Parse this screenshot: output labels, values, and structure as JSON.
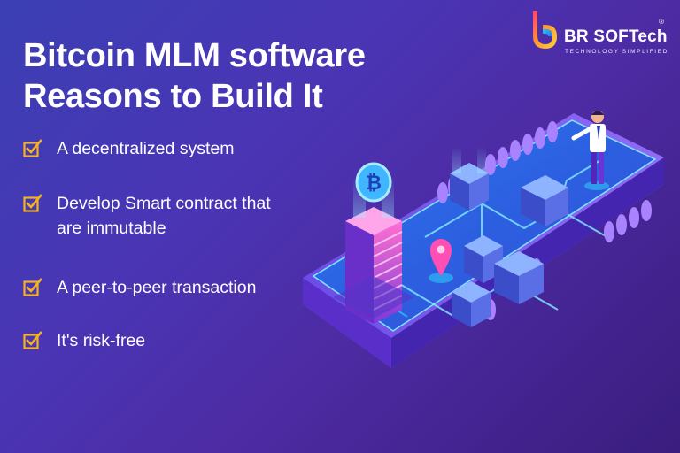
{
  "headline": {
    "line1": "Bitcoin MLM software",
    "line2": "Reasons to Build It"
  },
  "reasons": [
    {
      "line1": "A decentralized system",
      "line2": ""
    },
    {
      "line1": "Develop Smart contract that",
      "line2": "are immutable"
    },
    {
      "line1": "A peer-to-peer transaction",
      "line2": ""
    },
    {
      "line1": "It's risk-free",
      "line2": ""
    }
  ],
  "logo": {
    "name": "BR SOFTech",
    "registered": "®",
    "tagline": "TECHNOLOGY SIMPLIFIED"
  },
  "illustration": {
    "coin_symbol": "₿"
  },
  "colors": {
    "checkbox": "#f5b21e",
    "background_start": "#3b3fb3",
    "background_end": "#3a1d7e",
    "accent_cyan": "#2ed9ff",
    "accent_pink": "#ff4fb4"
  },
  "icons": [
    "checkbox-check-icon",
    "bitcoin-coin-icon",
    "location-pin-icon",
    "br-softech-logo-icon"
  ]
}
